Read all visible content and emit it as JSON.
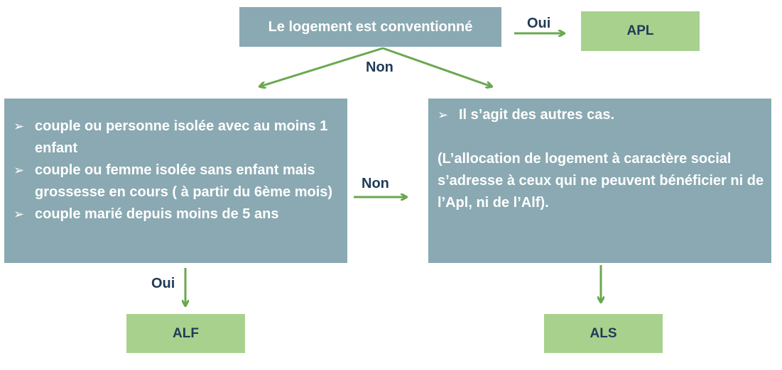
{
  "question": "Le logement est conventionné",
  "labels": {
    "oui_top": "Oui",
    "non_top": "Non",
    "non_middle": "Non",
    "oui_bottom": "Oui"
  },
  "outcomes": {
    "apl": "APL",
    "alf": "ALF",
    "als": "ALS"
  },
  "left_criteria": [
    "couple ou personne isolée avec au moins 1 enfant",
    "couple ou femme isolée sans enfant mais grossesse en cours ( à partir du 6ème mois)",
    "couple marié depuis moins de 5 ans"
  ],
  "right_box": {
    "item": "Il s’agit des autres cas.",
    "note": "(L’allocation de logement à caractère social s’adresse à ceux qui ne peuvent bénéficier ni de l’Apl, ni de l’Alf)."
  },
  "colors": {
    "box_grey": "#8aa9b2",
    "box_green": "#a9d18e",
    "arrow_green": "#6aa84f",
    "label_navy": "#1f3a57"
  }
}
